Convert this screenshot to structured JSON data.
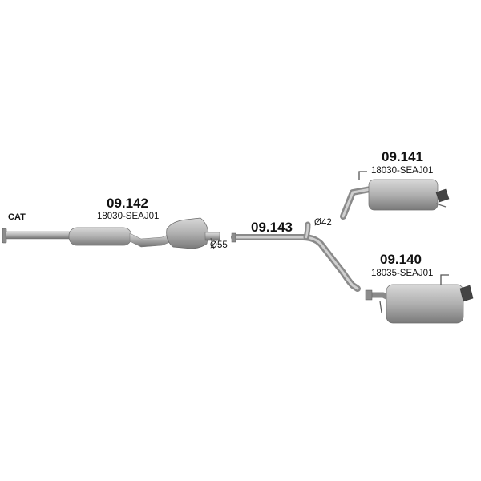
{
  "labels": {
    "cat": "CAT",
    "front_pipe_part": "09.142",
    "front_pipe_oem": "18030-SEAJ01",
    "front_pipe_diameter": "Ø55",
    "middle_pipe_part": "09.143",
    "middle_pipe_diameter": "Ø42",
    "rear_upper_part": "09.141",
    "rear_upper_oem": "18030-SEAJ01",
    "rear_lower_part": "09.140",
    "rear_lower_oem": "18035-SEAJ01"
  },
  "colors": {
    "metal_light": "#c9c9c9",
    "metal_mid": "#a6a6a6",
    "metal_dark": "#6f6f6f",
    "text": "#111111"
  }
}
